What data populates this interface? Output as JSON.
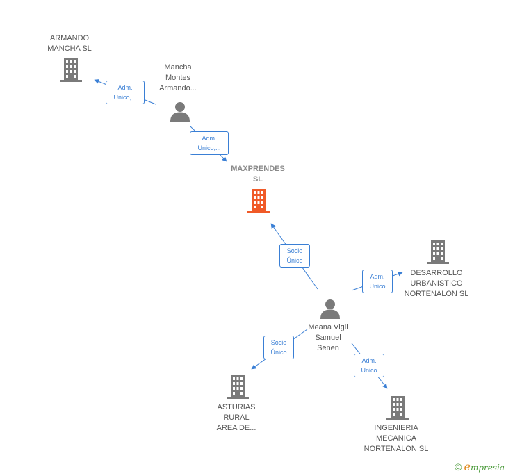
{
  "nodes": {
    "armando_mancha": {
      "lines": [
        "ARMANDO",
        "MANCHA  SL"
      ],
      "kind": "company"
    },
    "mancha_montes": {
      "lines": [
        "Mancha",
        "Montes",
        "Armando..."
      ],
      "kind": "person"
    },
    "maxprendes": {
      "lines": [
        "MAXPRENDES",
        "SL"
      ],
      "kind": "company-main"
    },
    "desarrollo": {
      "lines": [
        "DESARROLLO",
        "URBANISTICO",
        "NORTENALON SL"
      ],
      "kind": "company"
    },
    "meana": {
      "lines": [
        "Meana Vigil",
        "Samuel",
        "Senen"
      ],
      "kind": "person"
    },
    "asturias": {
      "lines": [
        "ASTURIAS",
        "RURAL",
        "AREA DE..."
      ],
      "kind": "company"
    },
    "ingenieria": {
      "lines": [
        "INGENIERIA",
        "MECANICA",
        "NORTENALON SL"
      ],
      "kind": "company"
    }
  },
  "edges": {
    "mancha_to_armando": [
      "Adm.",
      "Unico,..."
    ],
    "mancha_to_maxprendes": [
      "Adm.",
      "Unico,..."
    ],
    "meana_to_maxprendes": [
      "Socio",
      "Único"
    ],
    "meana_to_desarrollo": [
      "Adm.",
      "Unico"
    ],
    "meana_to_asturias": [
      "Socio",
      "Único"
    ],
    "meana_to_ingenieria": [
      "Adm.",
      "Unico"
    ]
  },
  "colors": {
    "edge": "#3a7fd5",
    "icon": "#7a7a7a",
    "main_icon": "#f05a28",
    "text": "#555555"
  },
  "footer": {
    "copyright": "©",
    "brand_e": "e",
    "brand_rest": "mpresia"
  }
}
